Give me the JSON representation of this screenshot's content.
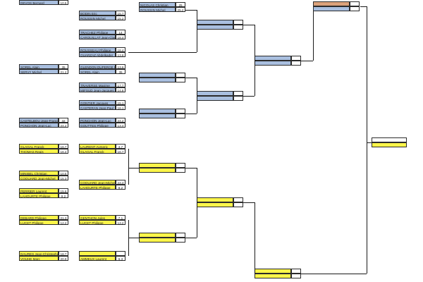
{
  "colors": {
    "blue": "#a9bfdf",
    "yellow": "#fbf54a",
    "orange": "#dba27b"
  },
  "round1": [
    {
      "p1": "",
      "s1": "",
      "p2": "DEVOS Bernard",
      "s2": "10,5"
    },
    {
      "p1": "SOREL Alain",
      "s1": "35",
      "p2": "SERVY Michel",
      "s2": "21,2"
    },
    {
      "p1": "CASTELBOU Jean-François",
      "s1": "32",
      "p2": "PONCHON Jean-Luc",
      "s2": "24,2"
    },
    {
      "p1": "GLAGAL Franck",
      "s1": "16,7",
      "p2": "THOMAS Regis",
      "s2": "16,4"
    },
    {
      "p1": "MINIBEL Christian",
      "s1": "10,5",
      "p2": "COQUARD Jean-Michel",
      "s2": "15,3"
    },
    {
      "p1": "PERRIER Laurent",
      "s1": "15,6",
      "p2": "LAHOURTE Philippe",
      "s2": "9,2"
    },
    {
      "p1": "DEBARD Philippe",
      "s1": "21,3",
      "p2": "LUCET Philippe",
      "s2": "12,2"
    },
    {
      "p1": "DAURES Jean-Christophe",
      "s1": "18,7",
      "p2": "VOUHE Marc",
      "s2": "20,9"
    }
  ],
  "round2": [
    {
      "p1": "BODIN Eric",
      "s1": "15,7",
      "p2": "ROUSSIN Michel",
      "s2": "15,2"
    },
    {
      "p1": "TRACHEZ Philippe",
      "s1": "14",
      "p2": "CARQUILLAT Jean-Claude",
      "s2": "18,4"
    },
    {
      "p1": "ROUSSEAU Philippe",
      "s1": "18,4",
      "p2": "OUARZAZ Abdelkader",
      "s2": "13,8"
    },
    {
      "p1": "GLENDON DUPERGE Bert",
      "s1": "13,6",
      "p2": "SOREL Alain",
      "s2": "35"
    },
    {
      "p1": "TRAVERSE Maxime",
      "s1": "17,7",
      "p2": "MIFSUD Jean-Jacques",
      "s2": "14,8"
    },
    {
      "p1": "GONTIER Jacques",
      "s1": "15,1",
      "p2": "CASTERAN Jean-Paul",
      "s2": "16,1"
    },
    {
      "p1": "PONCHON Jean-Luc",
      "s1": "24,2",
      "p2": "GOUTTES Philippe",
      "s2": "13,4"
    },
    {
      "p1": "LAURENT Aymeric",
      "s1": "3,7",
      "p2": "GLAGAL Franck",
      "s2": "16,7"
    },
    {
      "p1": "COQUARD Jean-Michel",
      "s1": "23,3",
      "p2": "LAHOURTE Philippe",
      "s2": "9,2"
    },
    {
      "p1": "GENTHON Jules",
      "s1": "7,1",
      "p2": "LUCET Philippe",
      "s2": "13,2"
    },
    {
      "p1": "",
      "s1": "",
      "p2": "AMMEUX Laurent",
      "s2": "6,3"
    }
  ],
  "round3": [
    {
      "p1": "NICOLAS Christian",
      "s1": "25",
      "p2": "ROUSSIN Michel",
      "s2": "25,2"
    }
  ]
}
